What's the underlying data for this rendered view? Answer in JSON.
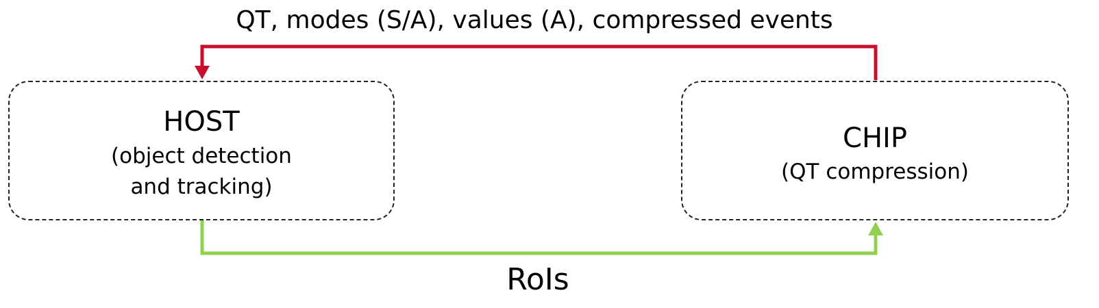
{
  "feedback_label": "QT, modes (S/A), values (A), compressed events",
  "roi_label": "RoIs",
  "host": {
    "title": "HOST",
    "line1": "(object detection",
    "line2": "and tracking)"
  },
  "chip": {
    "title": "CHIP",
    "line1": "(QT compression)"
  },
  "colors": {
    "feedback_arrow": "#c8102e",
    "roi_arrow": "#92d050",
    "box_border": "#222222"
  }
}
